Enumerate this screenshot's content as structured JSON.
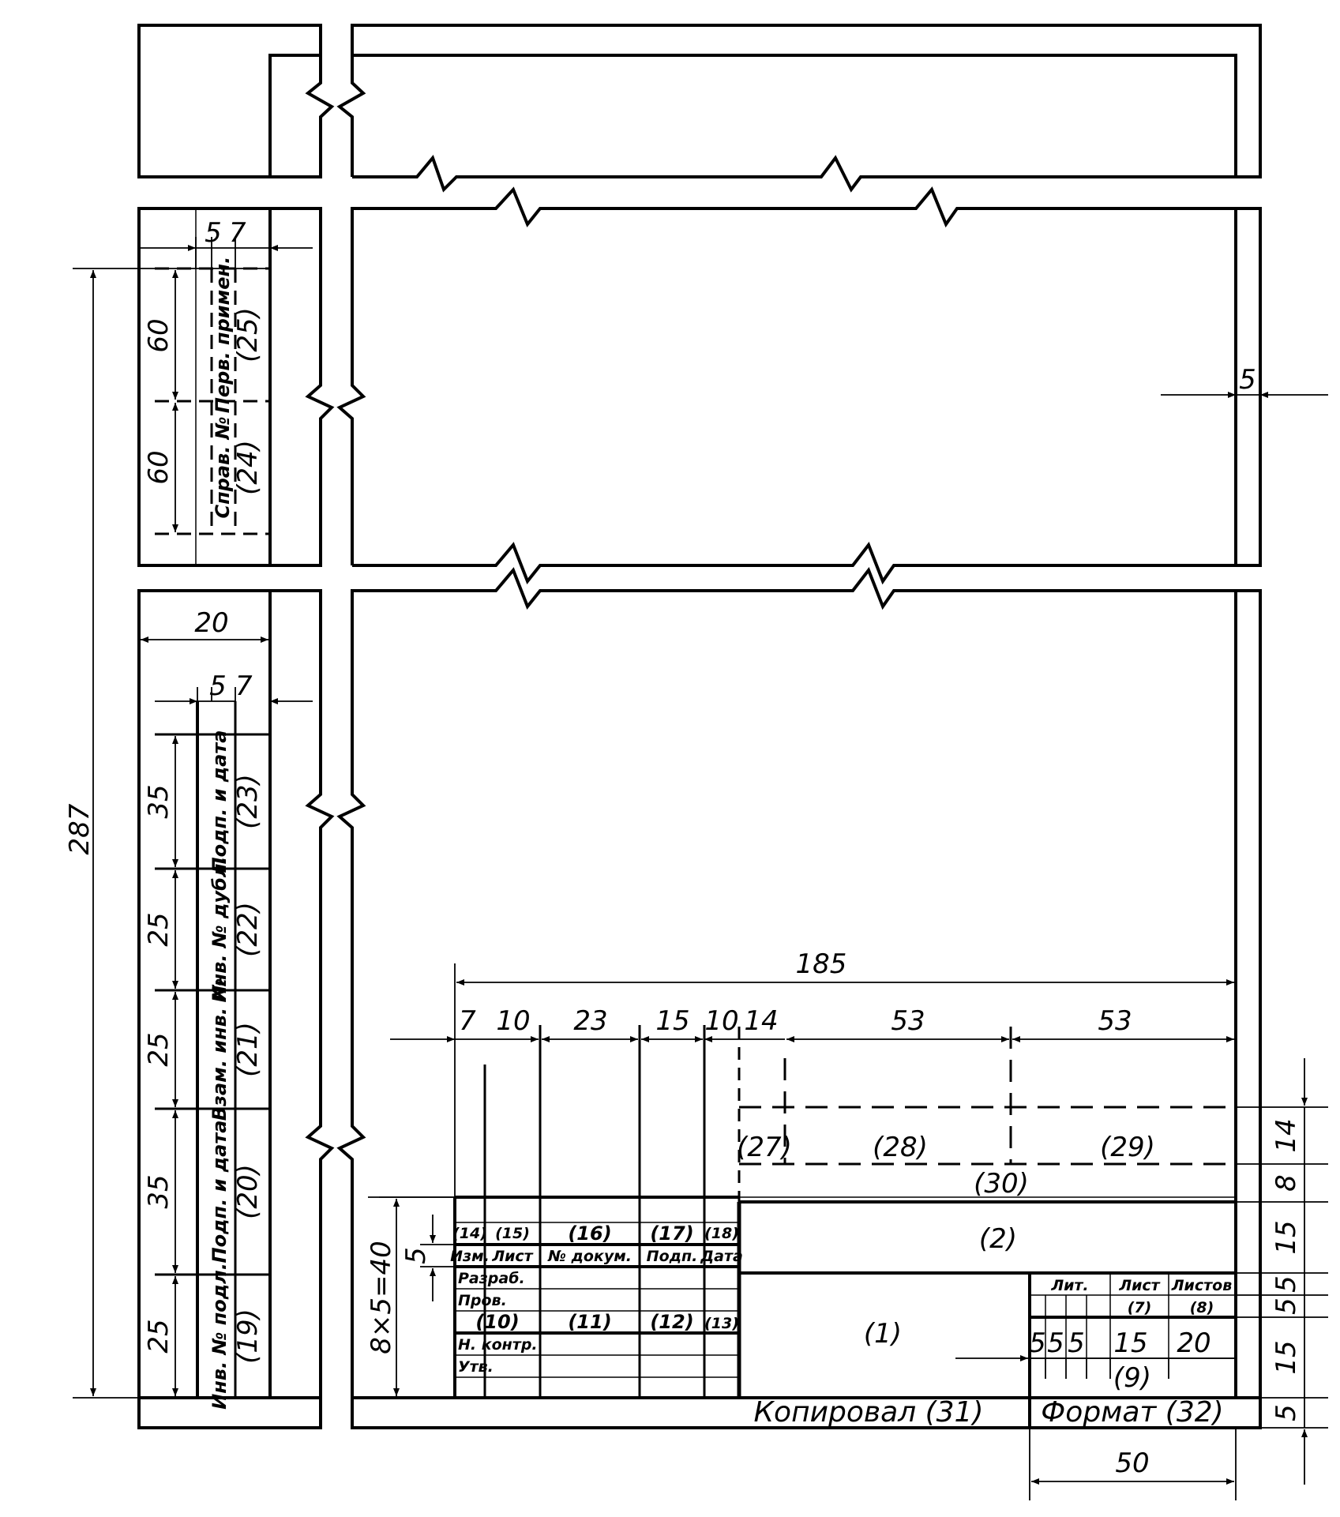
{
  "dims": {
    "d287": "287",
    "d185": "185",
    "d20": "20",
    "d5top": "5",
    "d7top": "7",
    "d5mid": "5",
    "d7mid": "7",
    "d60a": "60",
    "d60b": "60",
    "d35a": "35",
    "d25a": "25",
    "d25b": "25",
    "d35b": "35",
    "d25c": "25",
    "d5right": "5",
    "h7": "7",
    "h10a": "10",
    "h23": "23",
    "h15": "15",
    "h10b": "10",
    "h14": "14",
    "h53a": "53",
    "h53b": "53",
    "v14": "14",
    "v8": "8",
    "v15a": "15",
    "v5a": "5",
    "v5b": "5",
    "v15b": "15",
    "v5c": "5",
    "d8x5": "8×5=40",
    "d5left": "5",
    "d50": "50",
    "n5a": "5",
    "n5b": "5",
    "n5c": "5",
    "n15": "15",
    "n20": "20"
  },
  "side_columns": {
    "perv_primen": "Перв. примен.",
    "sprav_no": "Справ. №",
    "podp_data_1": "Подп. и дата",
    "inv_dubl": "Инв. № дубл.",
    "vzam_inv": "Взам. инв. №",
    "podp_data_2": "Подп. и дата",
    "inv_podl": "Инв. № подл."
  },
  "fields": {
    "f1": "(1)",
    "f2": "(2)",
    "f7": "(7)",
    "f8": "(8)",
    "f9": "(9)",
    "f10": "(10)",
    "f11": "(11)",
    "f12": "(12)",
    "f13": "(13)",
    "f14": "(14)",
    "f15": "(15)",
    "f16": "(16)",
    "f17": "(17)",
    "f18": "(18)",
    "f19": "(19)",
    "f20": "(20)",
    "f21": "(21)",
    "f22": "(22)",
    "f23": "(23)",
    "f24": "(24)",
    "f25": "(25)",
    "f27": "(27)",
    "f28": "(28)",
    "f29": "(29)",
    "f30": "(30)"
  },
  "title_block": {
    "izm": "Изм.",
    "list": "Лист",
    "no_dokum": "№ докум.",
    "podp": "Подп.",
    "data": "Дата",
    "razrab": "Разраб.",
    "prov": "Пров.",
    "n_kontr": "Н. контр.",
    "utv": "Утв.",
    "lit": "Лит.",
    "list_col": "Лист",
    "listov": "Листов"
  },
  "bottom": {
    "kopiroval": "Копировал (31)",
    "format": "Формат (32)"
  }
}
